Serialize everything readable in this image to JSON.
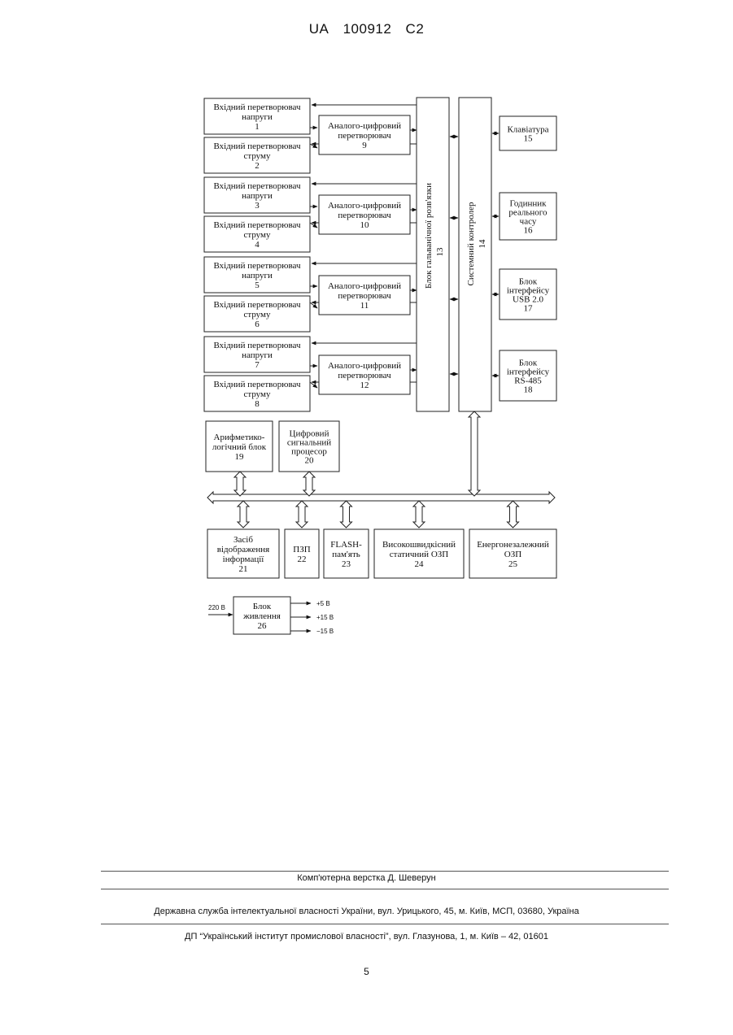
{
  "header": {
    "country": "UA",
    "number": "100912",
    "kind": "C2"
  },
  "diagram": {
    "converters": [
      {
        "lines": [
          "Вхідний перетворювач",
          "напруги",
          "1"
        ]
      },
      {
        "lines": [
          "Вхідний перетворювач",
          "струму",
          "2"
        ]
      },
      {
        "lines": [
          "Вхідний перетворювач",
          "напруги",
          "3"
        ]
      },
      {
        "lines": [
          "Вхідний перетворювач",
          "струму",
          "4"
        ]
      },
      {
        "lines": [
          "Вхідний перетворювач",
          "напруги",
          "5"
        ]
      },
      {
        "lines": [
          "Вхідний перетворювач",
          "струму",
          "6"
        ]
      },
      {
        "lines": [
          "Вхідний перетворювач",
          "напруги",
          "7"
        ]
      },
      {
        "lines": [
          "Вхідний перетворювач",
          "струму",
          "8"
        ]
      }
    ],
    "adcs": [
      {
        "lines": [
          "Аналого-цифровий",
          "перетворювач",
          "9"
        ]
      },
      {
        "lines": [
          "Аналого-цифровий",
          "перетворювач",
          "10"
        ]
      },
      {
        "lines": [
          "Аналого-цифровий",
          "перетворювач",
          "11"
        ]
      },
      {
        "lines": [
          "Аналого-цифровий",
          "перетворювач",
          "12"
        ]
      }
    ],
    "isolation": {
      "label": "Блок гальванічної розв'язки",
      "num": "13"
    },
    "controller": {
      "label": "Системний контролер",
      "num": "14"
    },
    "peripherals": [
      {
        "lines": [
          "Клавіатура",
          "15"
        ]
      },
      {
        "lines": [
          "Годинник",
          "реального",
          "часу",
          "16"
        ]
      },
      {
        "lines": [
          "Блок",
          "інтерфейсу",
          "USB 2.0",
          "17"
        ]
      },
      {
        "lines": [
          "Блок",
          "інтерфейсу",
          "RS-485",
          "18"
        ]
      }
    ],
    "alu": {
      "lines": [
        "Арифметико-",
        "логічний блок",
        "19"
      ]
    },
    "dsp": {
      "lines": [
        "Цифровий",
        "сигнальний",
        "процесор",
        "20"
      ]
    },
    "bus_devices": [
      {
        "lines": [
          "Засіб",
          "відображення",
          "інформації",
          "21"
        ]
      },
      {
        "lines": [
          "ПЗП",
          "22"
        ]
      },
      {
        "lines": [
          "FLASH-",
          "пам'ять",
          "23"
        ]
      },
      {
        "lines": [
          "Високошвидкісний",
          "статичний ОЗП",
          "24"
        ]
      },
      {
        "lines": [
          "Енергонезалежний",
          "ОЗП",
          "25"
        ]
      }
    ],
    "power": {
      "lines": [
        "Блок",
        "живлення",
        "26"
      ],
      "input": "220 В",
      "outputs": [
        "+5 В",
        "+15 В",
        "−15 В"
      ]
    }
  },
  "footer": {
    "layout": "Комп'ютерна верстка Д. Шеверун",
    "office": "Державна служба інтелектуальної власності України, вул. Урицького, 45, м. Київ, МСП, 03680, Україна",
    "institute": "ДП “Український інститут промислової власності”, вул. Глазунова, 1, м. Київ – 42, 01601",
    "page": "5"
  }
}
